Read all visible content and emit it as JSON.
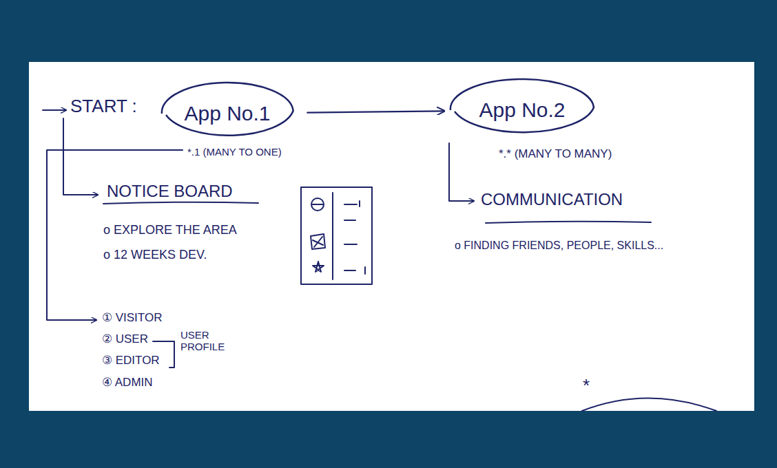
{
  "diagram": {
    "nodes": [
      {
        "text": [
          "App No.1"
        ]
      },
      {
        "text": [
          "App No.2"
        ]
      }
    ],
    "edges": [
      {
        "from": 0,
        "to": 1,
        "arrow": "to"
      }
    ],
    "labels": [
      "START :",
      "*.1 (MANY TO ONE)",
      "NOTICE BOARD",
      "o EXPLORE THE AREA",
      "o 12 WEEKS DEV.",
      "① VISITOR",
      "② USER",
      "③ EDITOR",
      "④ ADMIN",
      "USER PROFILE",
      "*.* (MANY TO MANY)",
      "COMMUNICATION",
      "o FINDING FRIENDS, PEOPLE, SKILLS...",
      "*"
    ]
  }
}
